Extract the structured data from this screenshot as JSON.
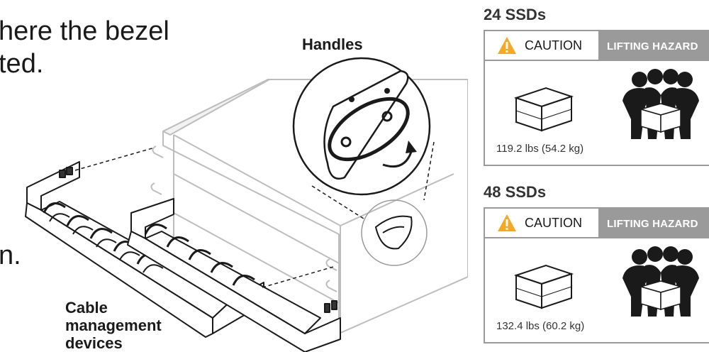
{
  "instructions": {
    "line1": "here the bezel",
    "line2": "ted.",
    "line3": "n."
  },
  "labels": {
    "handles": "Handles",
    "cable_line1": "Cable",
    "cable_line2": "management",
    "cable_line3": "devices"
  },
  "warnings": [
    {
      "title": "24 SSDs",
      "caution": "CAUTION",
      "hazard": "LIFTING HAZARD",
      "weight": "119.2 lbs (54.2 kg)"
    },
    {
      "title": "48 SSDs",
      "caution": "CAUTION",
      "hazard": "LIFTING HAZARD",
      "weight": "132.4 lbs (60.2 kg)"
    }
  ],
  "colors": {
    "warning_yellow": "#f7a823",
    "hazard_gray": "#9a9a9a",
    "line_gray": "#b8b8b8",
    "dark": "#1a1a1a"
  },
  "icons": {
    "warning": "warning-triangle-icon",
    "box": "box-icon",
    "people": "four-person-lift-icon"
  }
}
